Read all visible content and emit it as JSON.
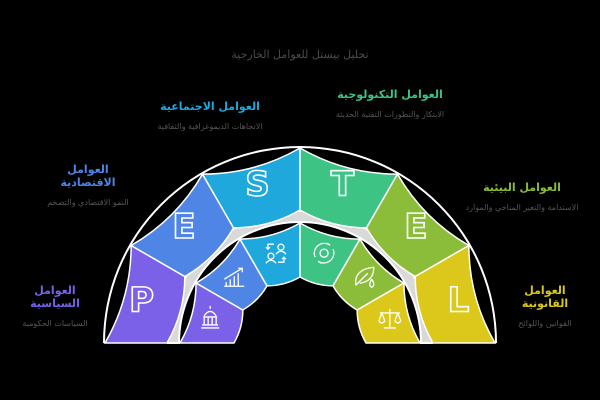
{
  "title": "تحليل بيستل للعوامل الخارجية",
  "segments": [
    {
      "letter": "P",
      "head": "العوامل السياسية",
      "desc": "السياسات الحكومية",
      "color": "#7b61e8",
      "icon": "capitol-building-icon"
    },
    {
      "letter": "E",
      "head": "العوامل الاقتصادية",
      "desc": "النمو الاقتصادي والتضخم",
      "color": "#4f86e6",
      "icon": "growth-chart-icon"
    },
    {
      "letter": "S",
      "head": "العوامل الاجتماعية",
      "desc": "الاتجاهات الديموغرافية والثقافية",
      "color": "#1ea8dc",
      "icon": "people-exchange-icon"
    },
    {
      "letter": "T",
      "head": "العوامل التكنولوجية",
      "desc": "الابتكار والتطورات التقنية الحديثة",
      "color": "#3dc485",
      "icon": "gear-cycle-icon"
    },
    {
      "letter": "E",
      "head": "العوامل البيئية",
      "desc": "الاستدامة والتغير المناخي والموارد",
      "color": "#8bbd3a",
      "icon": "leaf-drop-icon"
    },
    {
      "letter": "L",
      "head": "العوامل القانونية",
      "desc": "القوانين واللوائح",
      "color": "#dcc81a",
      "icon": "scales-icon"
    }
  ]
}
